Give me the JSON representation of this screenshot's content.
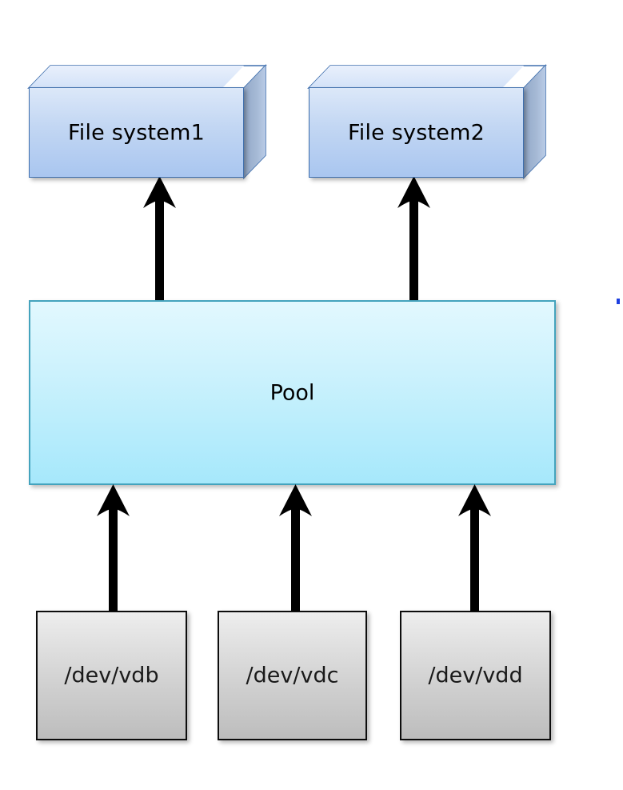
{
  "diagram": {
    "title_text": "",
    "colors": {
      "filesystem_fill_top": "#dce8f9",
      "filesystem_fill_bottom": "#a9c6f0",
      "filesystem_border": "#3f6fad",
      "pool_fill_top": "#e2f8fe",
      "pool_fill_bottom": "#a6e8fb",
      "pool_border": "#44a3bd",
      "device_fill_top": "#eeeeee",
      "device_fill_bottom": "#bdbdbd",
      "device_border": "#0d0d0d",
      "arrow_color": "#000000",
      "background": "#ffffff"
    },
    "filesystems": [
      {
        "id": "fs1",
        "label": "File system1"
      },
      {
        "id": "fs2",
        "label": "File system2"
      }
    ],
    "pool": {
      "label": "Pool"
    },
    "devices": [
      {
        "id": "vdb",
        "label": "/dev/vdb"
      },
      {
        "id": "vdc",
        "label": "/dev/vdc"
      },
      {
        "id": "vdd",
        "label": "/dev/vdd"
      }
    ],
    "arrows": [
      {
        "id": "arrow-pool-to-fs1",
        "from": "Pool",
        "to": "File system1",
        "direction": "up"
      },
      {
        "id": "arrow-pool-to-fs2",
        "from": "Pool",
        "to": "File system2",
        "direction": "up"
      },
      {
        "id": "arrow-vdb-to-pool",
        "from": "/dev/vdb",
        "to": "Pool",
        "direction": "up"
      },
      {
        "id": "arrow-vdc-to-pool",
        "from": "/dev/vdc",
        "to": "Pool",
        "direction": "up"
      },
      {
        "id": "arrow-vdd-to-pool",
        "from": "/dev/vdd",
        "to": "Pool",
        "direction": "up"
      }
    ]
  }
}
